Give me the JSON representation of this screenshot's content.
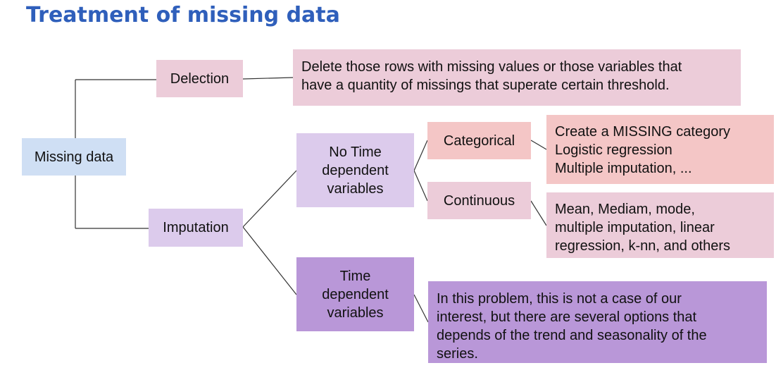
{
  "title": "Treatment of missing data",
  "colors": {
    "title": "#2f5fbb",
    "root": "#cfdff4",
    "delection": "#ecccd9",
    "imputation": "#dccbec",
    "categorical": "#f4c6c6",
    "continuous": "#ecccd9",
    "time_dependent": "#b997d8",
    "connector": "#333333"
  },
  "nodes": {
    "root": {
      "label": "Missing data"
    },
    "delection": {
      "label": "Delection",
      "description": [
        "Delete those rows with missing values or those variables that",
        "have a quantity of missings that superate certain  threshold."
      ]
    },
    "imputation": {
      "label": "Imputation"
    },
    "no_time": {
      "label": [
        "No Time",
        "dependent",
        "variables"
      ]
    },
    "categorical": {
      "label": "Categorical",
      "description": [
        "Create a MISSING category",
        "Logistic regression",
        "Multiple imputation, ..."
      ]
    },
    "continuous": {
      "label": "Continuous",
      "description": [
        "Mean, Mediam, mode,",
        "multiple imputation, linear",
        "regression, k-nn, and others"
      ]
    },
    "time": {
      "label": [
        "Time",
        "dependent",
        "variables"
      ],
      "description": [
        "In this problem, this is not a case of our",
        "interest, but there are several options that",
        "depends of the trend and seasonality of the",
        "series."
      ]
    }
  }
}
